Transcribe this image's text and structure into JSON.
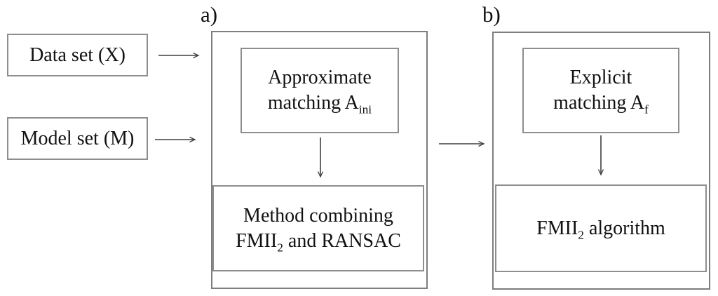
{
  "colors": {
    "background": "#ffffff",
    "box_border": "#8e8e8e",
    "outer_border": "#7d7d7d",
    "arrow": "#3f3f3f",
    "text": "#111111"
  },
  "labels": {
    "section_a": "a)",
    "section_b": "b)"
  },
  "input_boxes": [
    {
      "label": "Data set (X)"
    },
    {
      "label": "Model set (M)"
    }
  ],
  "section_a": {
    "top_box": {
      "line1": "Approximate",
      "line2_main": "matching A",
      "line2_sub": "ini"
    },
    "bottom_box": {
      "line1": "Method combining",
      "line2_part1": "FMII",
      "line2_sub": "2",
      "line2_part2": " and RANSAC"
    }
  },
  "section_b": {
    "top_box": {
      "line1": "Explicit",
      "line2_main": "matching A",
      "line2_sub": "f"
    },
    "bottom_box": {
      "part1": "FMII",
      "sub": "2",
      "part2": " algorithm"
    }
  },
  "icons": [
    {
      "name": "arrow-right-icon",
      "glyph": "→"
    },
    {
      "name": "arrow-down-icon",
      "glyph": "↓"
    }
  ]
}
